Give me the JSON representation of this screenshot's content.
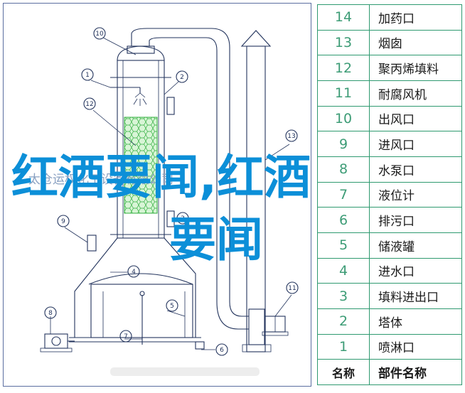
{
  "table": {
    "header": {
      "num": "名称",
      "name": "部件名称"
    },
    "rows": [
      {
        "num": "14",
        "name": "加药口"
      },
      {
        "num": "13",
        "name": "烟囱"
      },
      {
        "num": "12",
        "name": "聚丙烯填料"
      },
      {
        "num": "11",
        "name": "耐腐风机"
      },
      {
        "num": "10",
        "name": "出风口"
      },
      {
        "num": "9",
        "name": "进风口"
      },
      {
        "num": "8",
        "name": "水泵口"
      },
      {
        "num": "7",
        "name": "液位计"
      },
      {
        "num": "6",
        "name": "排污口"
      },
      {
        "num": "5",
        "name": "储液罐"
      },
      {
        "num": "4",
        "name": "进水口"
      },
      {
        "num": "3",
        "name": "填料进出口"
      },
      {
        "num": "2",
        "name": "塔体"
      },
      {
        "num": "1",
        "name": "喷淋口"
      }
    ]
  },
  "callouts": [
    "10",
    "1",
    "2",
    "12",
    "13",
    "9",
    "4",
    "5",
    "11",
    "8",
    "7",
    "6",
    "3"
  ],
  "watermark": {
    "line1": "红酒要闻,红酒",
    "line2": "要闻",
    "small": "太仓运权化工设备有限公司"
  },
  "colors": {
    "frame": "#5b6ea0",
    "table_border": "#2f9a70",
    "number_text": "#3d9c76",
    "watermark": "#0c8fd8",
    "packing": "#2fae3c",
    "packing_fill": "#d8f5d6"
  }
}
